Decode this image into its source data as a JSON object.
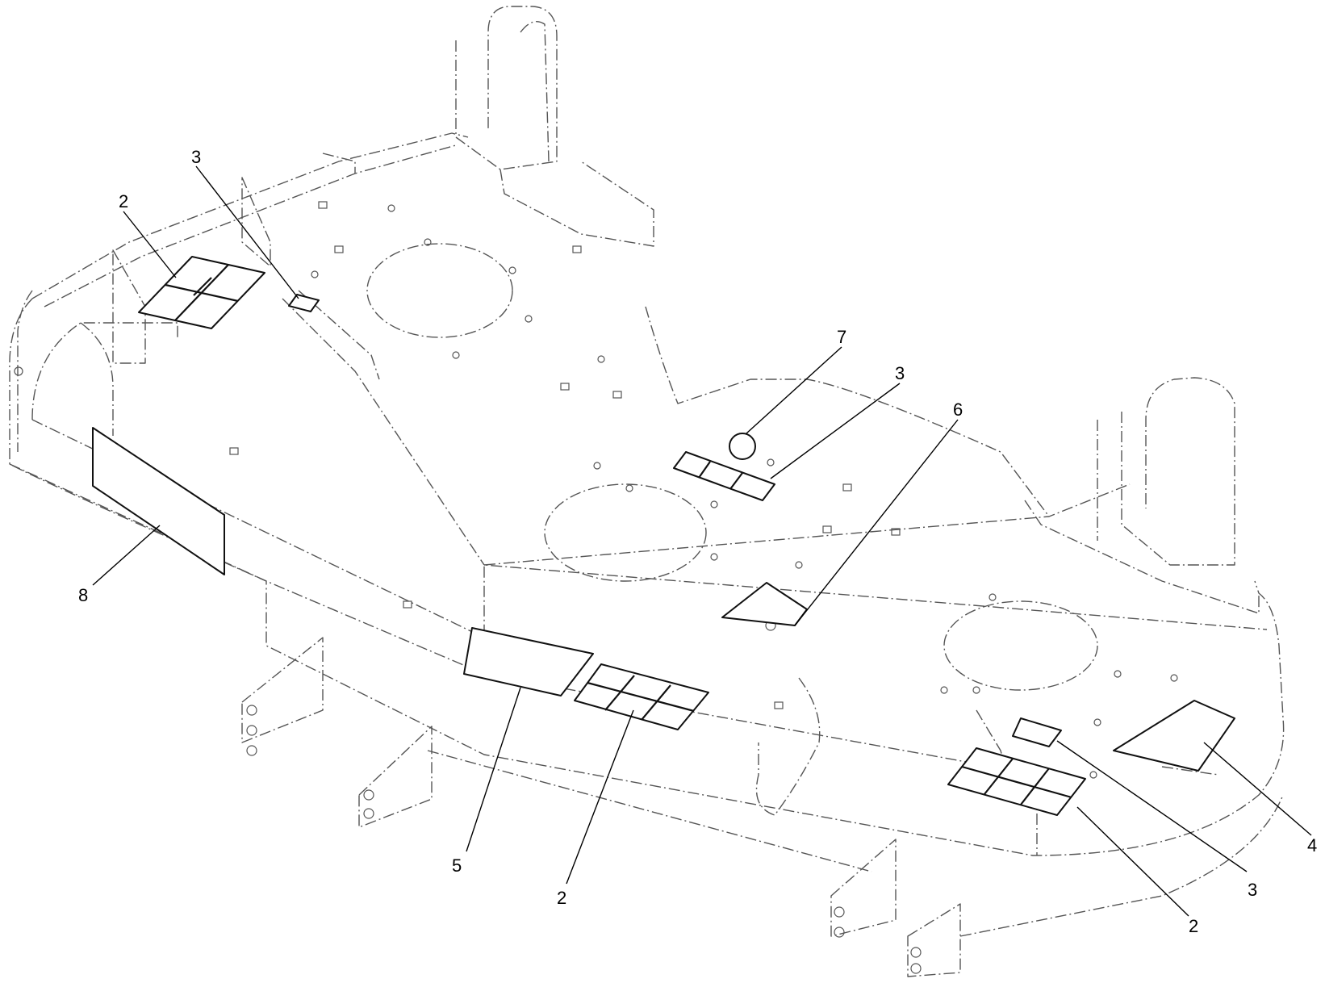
{
  "callouts": [
    {
      "id": "c-2-top-left",
      "text": "2"
    },
    {
      "id": "c-3-top-left",
      "text": "3"
    },
    {
      "id": "c-8",
      "text": "8"
    },
    {
      "id": "c-7",
      "text": "7"
    },
    {
      "id": "c-3-center",
      "text": "3"
    },
    {
      "id": "c-6",
      "text": "6"
    },
    {
      "id": "c-5",
      "text": "5"
    },
    {
      "id": "c-2-bottom-center",
      "text": "2"
    },
    {
      "id": "c-2-bottom-right",
      "text": "2"
    },
    {
      "id": "c-3-bottom-right",
      "text": "3"
    },
    {
      "id": "c-4",
      "text": "4"
    }
  ]
}
